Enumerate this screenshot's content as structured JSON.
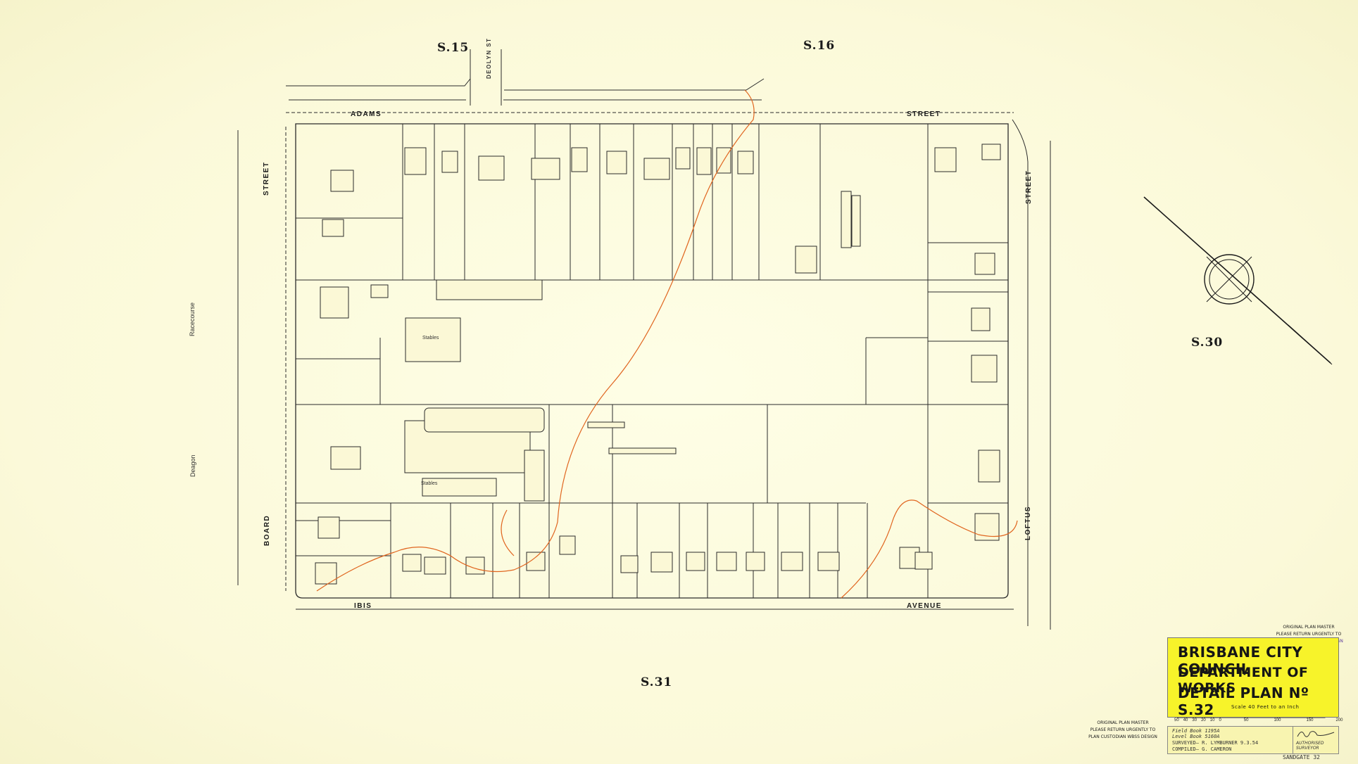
{
  "map": {
    "sheet_refs": {
      "north_west": "S.15",
      "north": "S.16",
      "east": "S.30",
      "south": "S.31"
    },
    "streets": {
      "adams": "ADAMS",
      "adams_street": "STREET",
      "deolyn": "DEOLYN ST",
      "board_street": "STREET",
      "board": "BOARD",
      "loftus_street": "STREET",
      "loftus": "LOFTUS",
      "ibis": "IBIS",
      "avenue": "AVENUE"
    },
    "area_labels": {
      "racecourse": "Racecourse",
      "deagon": "Deagon"
    },
    "buildings": {
      "stables_1": "Stables",
      "stables_2": "Stables"
    },
    "colors": {
      "paper": "#fdfce3",
      "linework": "#2b2b2b",
      "contour": "#e0651f",
      "title_block": "#f7f32a",
      "stamp_purple": "#5b3a9c"
    }
  },
  "stamps": {
    "master_top": {
      "line1": "ORIGINAL PLAN MASTER",
      "line2": "PLEASE RETURN URGENTLY TO",
      "line3": "PLAN CUSTODIAN WBSS DESIGN"
    },
    "master_bottom": {
      "line1": "ORIGINAL PLAN MASTER",
      "line2": "PLEASE RETURN URGENTLY TO",
      "line3": "PLAN CUSTODIAN WBSS DESIGN"
    }
  },
  "title_block": {
    "council": "BRISBANE CITY COUNCIL",
    "department": "DEPARTMENT OF WORKS",
    "plan": "DETAIL PLAN Nº S.32",
    "scale": "Scale 40 Feet to an Inch",
    "scale_ticks": [
      "50",
      "40",
      "30",
      "20",
      "10",
      "0",
      "50",
      "100",
      "150",
      "200"
    ]
  },
  "field_block": {
    "field_book": "Field Book 1195A",
    "level_book": "Level Book 5160A",
    "surveyed": "SURVEYED— R. LYMBURNER  9.3.54",
    "compiled": "COMPILED— G. CAMERON",
    "authorised": "AUTHORISED SURVEYOR",
    "suburb": "SANDGATE 32"
  }
}
